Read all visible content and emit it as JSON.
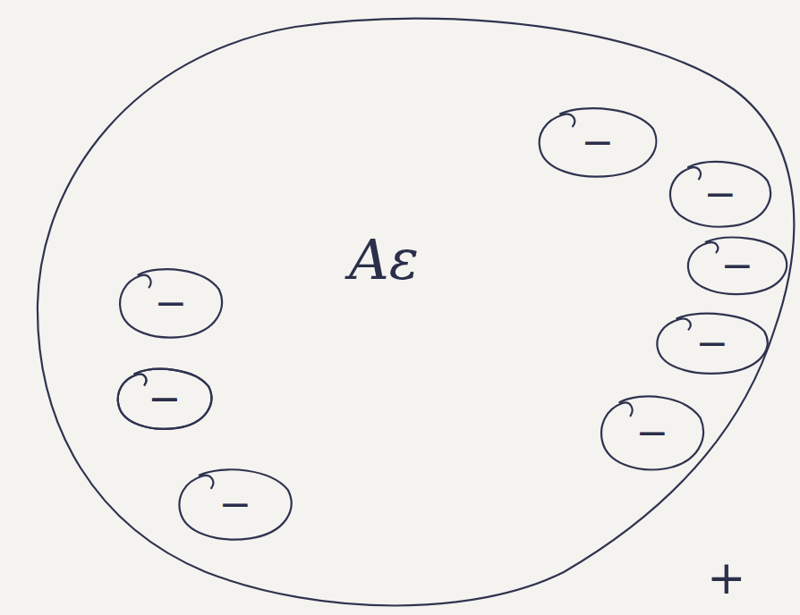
{
  "diagram": {
    "nodes": [
      {
        "text": [
          "Aε"
        ]
      },
      {
        "text": [
          "−"
        ],
        "in": 0
      },
      {
        "text": [
          "−"
        ],
        "in": 0
      },
      {
        "text": [
          "−"
        ],
        "in": 0
      },
      {
        "text": [
          "−"
        ],
        "in": 0
      },
      {
        "text": [
          "−"
        ],
        "in": 0
      },
      {
        "text": [
          "−"
        ],
        "in": 0
      },
      {
        "text": [
          "−"
        ],
        "in": 0
      },
      {
        "text": [
          "−"
        ],
        "in": 0
      },
      {
        "text": [
          "−"
        ],
        "in": 0
      }
    ],
    "labels": [
      "+"
    ]
  }
}
